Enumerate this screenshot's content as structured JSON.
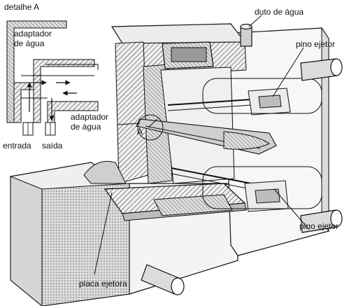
{
  "labels": {
    "detalhe": "detalhe A",
    "adaptador_detail": "adaptador\nde água",
    "duto": "duto de água",
    "pino": "pino ejetor",
    "adaptador_main": "adaptador\nde água",
    "a_marker": "A",
    "entrada": "entrada",
    "saida": "saída",
    "placa": "placa ejetora"
  },
  "colors": {
    "ink": "#111111",
    "paper": "#ffffff",
    "shade_light": "#e6e6e6",
    "shade_mid": "#c8c8c8",
    "shade_dark": "#8a8a8a"
  }
}
